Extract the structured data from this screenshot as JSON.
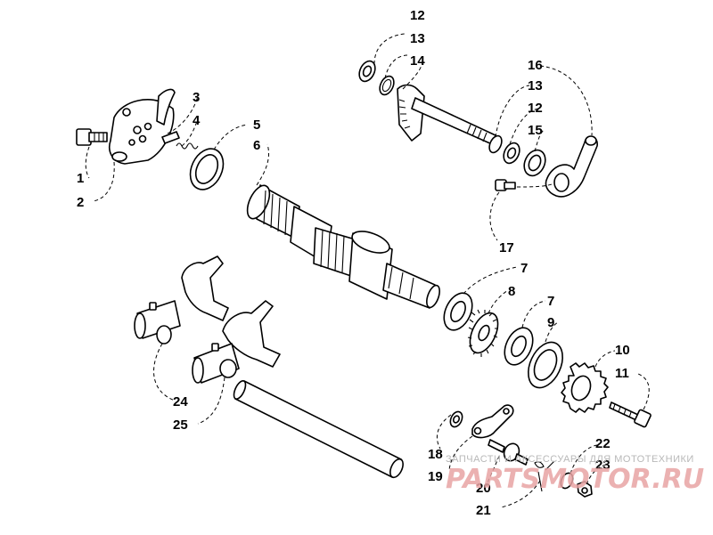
{
  "diagram": {
    "callouts": [
      "1",
      "2",
      "3",
      "4",
      "5",
      "6",
      "7",
      "8",
      "7",
      "9",
      "10",
      "11",
      "12",
      "13",
      "14",
      "16",
      "13",
      "12",
      "15",
      "17",
      "18",
      "19",
      "20",
      "21",
      "22",
      "23",
      "24",
      "25"
    ]
  },
  "watermark": {
    "tagline": "ЗАПЧАСТИ И АКСЕССУАРЫ ДЛЯ МОТОТЕХНИКИ",
    "logo": "PARTSMOTOR.RU"
  }
}
